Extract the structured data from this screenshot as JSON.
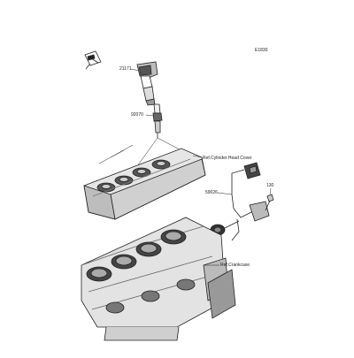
{
  "diagram_id": "E1830",
  "callouts": {
    "ignition_coil": "21171",
    "spark_plug": "92070",
    "head_cover_ref": "Ref.Cylinder Head Cover",
    "sensor": "59026",
    "bolt": "130",
    "crankcase_ref": "Ref.Crankcase"
  }
}
